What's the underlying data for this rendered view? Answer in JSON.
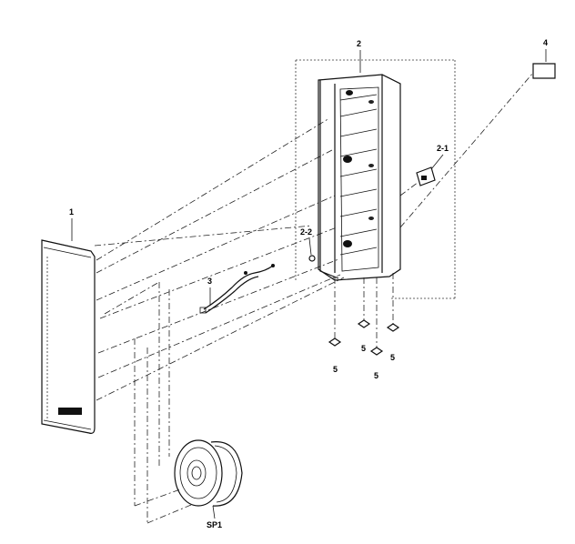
{
  "labels": {
    "part_1": "1",
    "part_2": "2",
    "part_2_1": "2-1",
    "part_2_2": "2-2",
    "part_3": "3",
    "part_4": "4",
    "part_5_a": "5",
    "part_5_b": "5",
    "part_5_c": "5",
    "part_5_d": "5",
    "part_sp1": "SP1"
  }
}
